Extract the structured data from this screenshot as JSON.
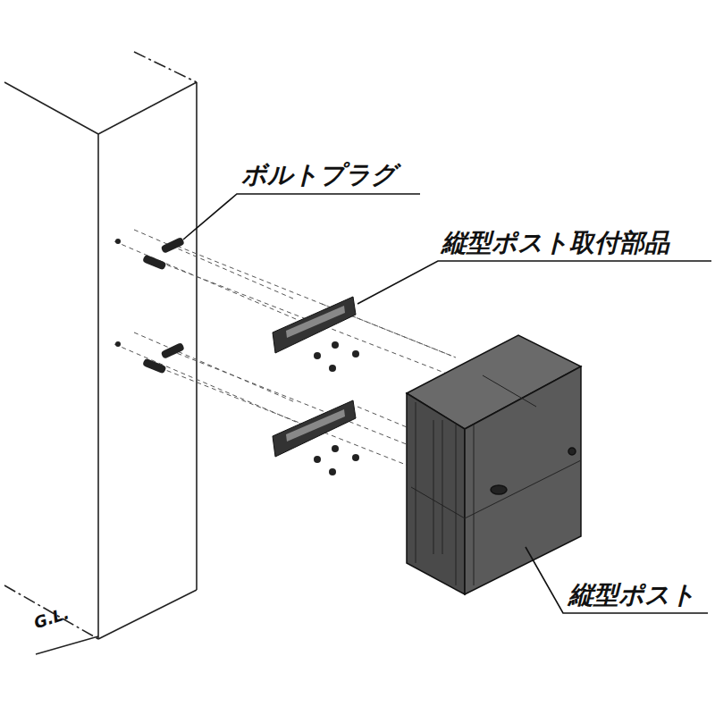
{
  "diagram": {
    "labels": [
      "ボルトプラグ",
      "縦型ポスト取付部品",
      "縦型ポスト",
      "G.L."
    ]
  }
}
